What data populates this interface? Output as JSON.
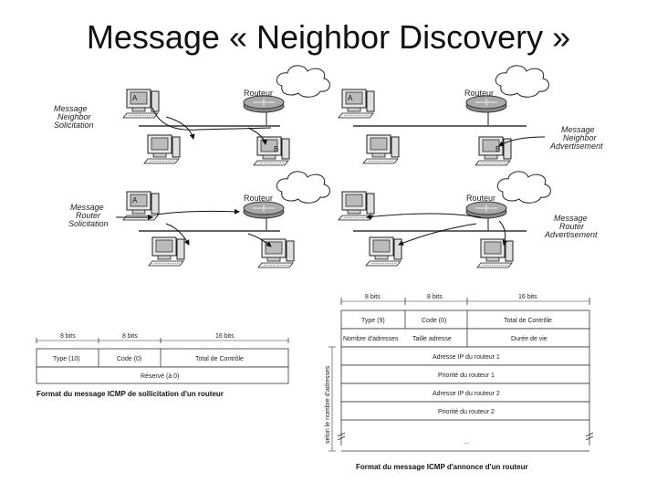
{
  "title": "Message « Neighbor Discovery »",
  "network": {
    "router_label": "Routeur",
    "host_a": "A",
    "host_b": "B",
    "quadrants": {
      "neighbor_solicitation": [
        "Message",
        "Neighbor",
        "Solicitation"
      ],
      "neighbor_advertisement": [
        "Message",
        "Neighbor",
        "Advertisement"
      ],
      "router_solicitation": [
        "Message",
        "Router",
        "Solicitation"
      ],
      "router_advertisement": [
        "Message",
        "Router",
        "Advertisement"
      ]
    }
  },
  "solicitation_format": {
    "bits": [
      "8 bits",
      "8 bits",
      "16 bits"
    ],
    "row1": [
      "Type (10)",
      "Code (0)",
      "Total de Contrôle"
    ],
    "row2": "Réservé (à 0)",
    "caption": "Format du message ICMP de sollicitation d'un routeur"
  },
  "advertisement_format": {
    "bits": [
      "8 bits",
      "8 bits",
      "16 bits"
    ],
    "row1": [
      "Type (9)",
      "Code (0)",
      "Total de Contrôle"
    ],
    "row2": [
      "Nombre d'adresses",
      "Taille adresse",
      "Durée de vie"
    ],
    "rows": [
      "Adresse IP du routeur 1",
      "Priorité du routeur 1",
      "Adresse IP du routeur 2",
      "Priorité du routeur 2"
    ],
    "ellipsis": "...",
    "side_label": "selon le nombre d'adresses",
    "caption": "Format du message ICMP d'annonce d'un routeur"
  }
}
